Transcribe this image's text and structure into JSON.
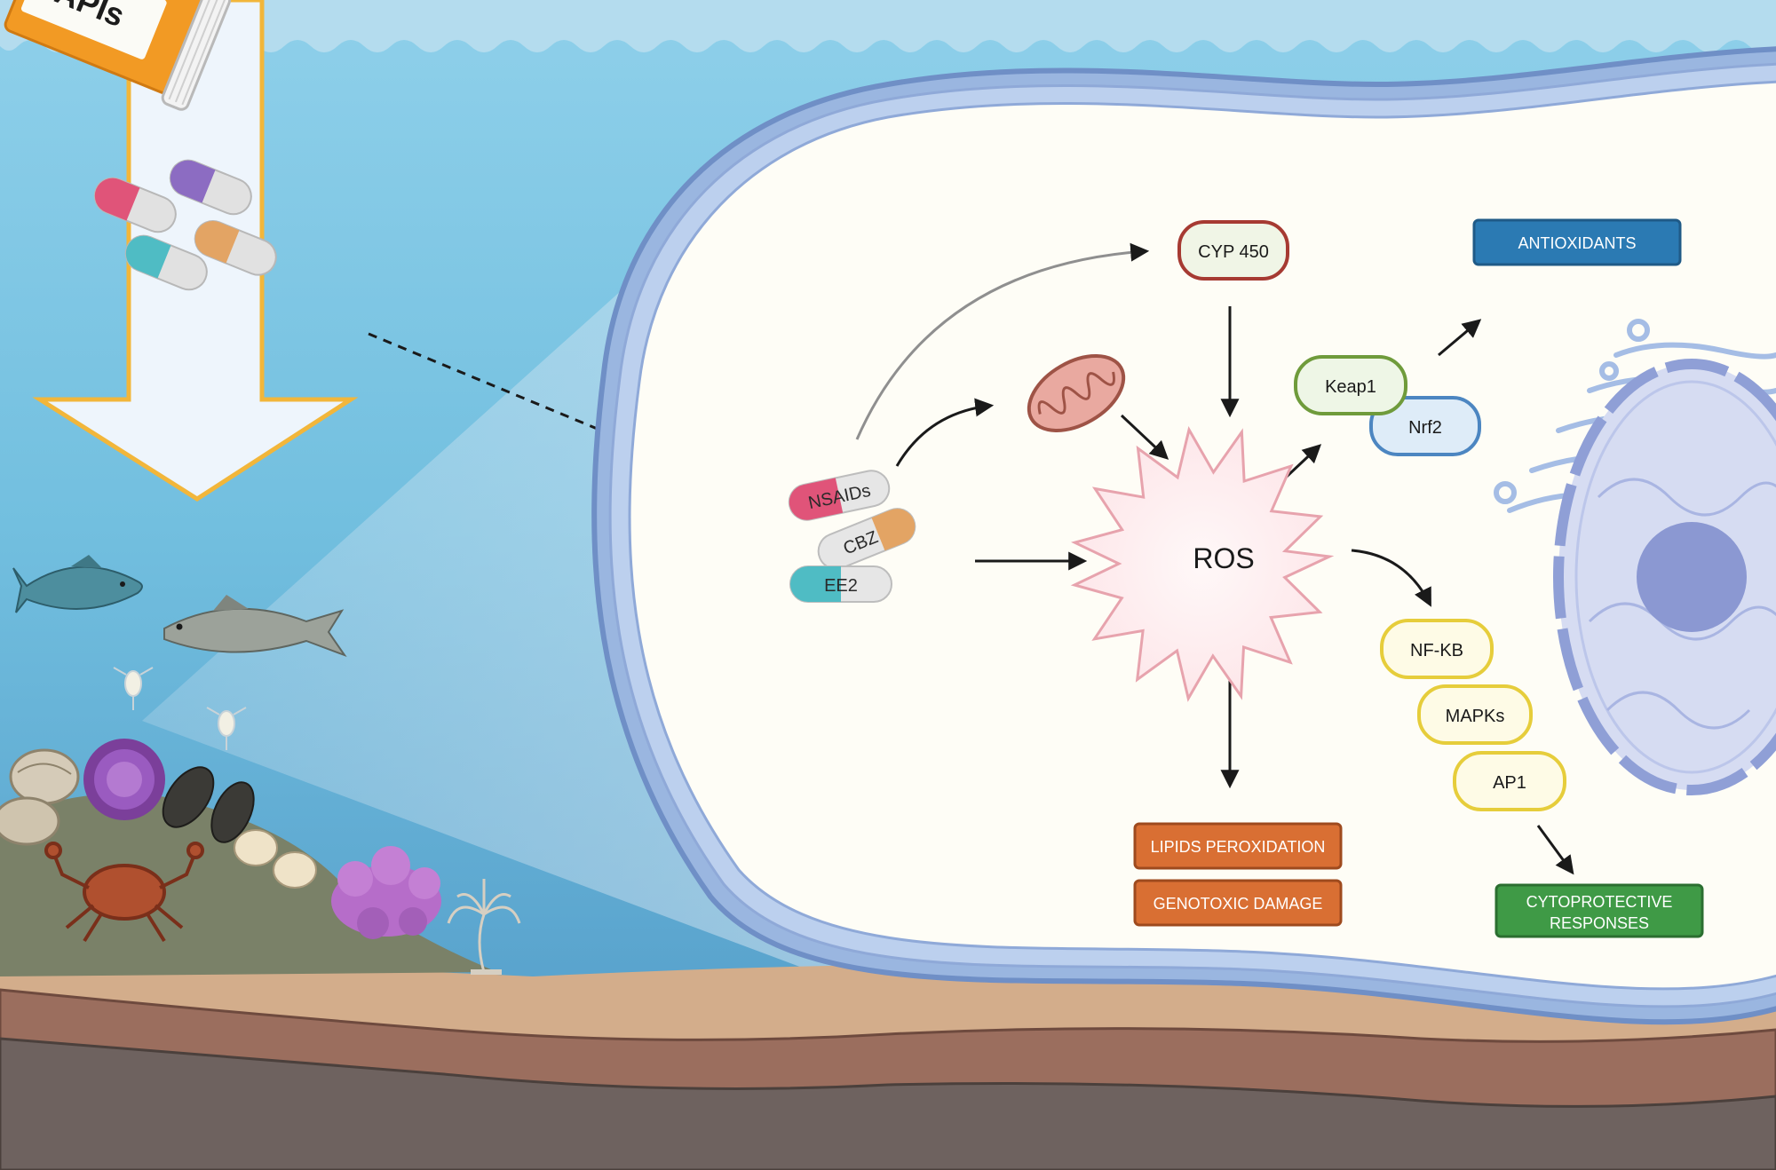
{
  "bottle": {
    "label": "APIs"
  },
  "drugs": {
    "nsaids": "NSAIDs",
    "cbz": "CBZ",
    "ee2": "EE2"
  },
  "nodes": {
    "cyp": "CYP 450",
    "antioxidants": "ANTIOXIDANTS",
    "keap1": "Keap1",
    "nrf2": "Nrf2",
    "ros": "ROS",
    "nfkb": "NF-KB",
    "mapks": "MAPKs",
    "ap1": "AP1",
    "lipids": "LIPIDS PEROXIDATION",
    "genotoxic": "GENOTOXIC DAMAGE",
    "cyto_line1": "CYTOPROTECTIVE",
    "cyto_line2": "RESPONSES"
  },
  "colors": {
    "water_top": "#a9d7ea",
    "water_mid": "#79c5e2",
    "water_deep": "#4f9ac8",
    "cell_fill": "#fefdf6",
    "membrane": "#8eaede",
    "orange_box": "#d96f33",
    "blue_box": "#2b7ab3",
    "green_box": "#3f9a46",
    "yellow_outline": "#e6cd3b",
    "green_outline": "#79a340",
    "red_outline": "#a63a32"
  }
}
